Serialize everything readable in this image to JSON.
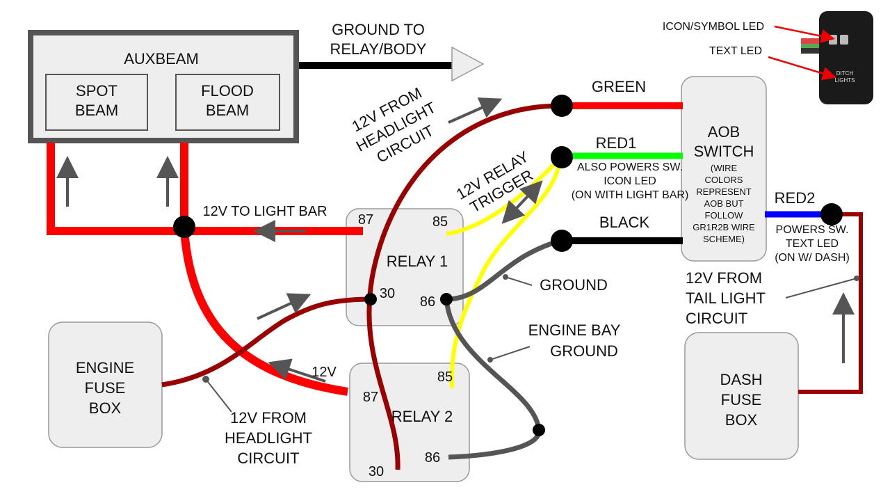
{
  "colors": {
    "wire_red": "#ff0000",
    "wire_dark_red": "#990000",
    "wire_yellow": "#ffff00",
    "wire_gray": "#555555",
    "wire_black": "#000000",
    "wire_green": "#00ff00",
    "wire_blue": "#0000ff",
    "box_fill": "#eeeeee",
    "arrow_gray": "#555555"
  },
  "auxbeam": {
    "title": "AUXBEAM",
    "spot_line1": "SPOT",
    "spot_line2": "BEAM",
    "flood_line1": "FLOOD",
    "flood_line2": "BEAM"
  },
  "ground_to_relay": {
    "line1": "GROUND TO",
    "line2": "RELAY/BODY"
  },
  "headlight_top": {
    "line1": "12V FROM",
    "line2": "HEADLIGHT",
    "line3": "CIRCUIT"
  },
  "relay_trigger": {
    "line1": "12V RELAY",
    "line2": "TRIGGER"
  },
  "wires": {
    "green": "GREEN",
    "red1": "RED1",
    "red1_note1": "ALSO POWERS SW.",
    "red1_note2": "ICON LED",
    "red1_note3": "(ON WITH LIGHT BAR)",
    "black": "BLACK",
    "red2": "RED2",
    "red2_note1": "POWERS SW.",
    "red2_note2": "TEXT LED",
    "red2_note3": "(ON W/ DASH)"
  },
  "aob_switch": {
    "line1": "AOB",
    "line2": "SWITCH",
    "note1": "(WIRE",
    "note2": "COLORS",
    "note3": "REPRESENT",
    "note4": "AOB BUT",
    "note5": "FOLLOW",
    "note6": "GR1R2B WIRE",
    "note7": "SCHEME)"
  },
  "legend_switch": {
    "icon_led": "ICON/SYMBOL LED",
    "text_led": "TEXT LED",
    "text1": "DITCH",
    "text2": "LIGHTS"
  },
  "light_bar_label": "12V TO LIGHT BAR",
  "relay1": {
    "title": "RELAY 1",
    "pin87": "87",
    "pin85": "85",
    "pin30": "30",
    "pin86": "86"
  },
  "relay2": {
    "title": "RELAY 2",
    "pin87": "87",
    "pin85": "85",
    "pin30": "30",
    "pin86": "86"
  },
  "ground_label": "GROUND",
  "engine_bay_ground": {
    "line1": "ENGINE BAY",
    "line2": "GROUND"
  },
  "tail_light": {
    "line1": "12V FROM",
    "line2": "TAIL LIGHT",
    "line3": "CIRCUIT"
  },
  "engine_fuse": {
    "line1": "ENGINE",
    "line2": "FUSE",
    "line3": "BOX"
  },
  "dash_fuse": {
    "line1": "DASH",
    "line2": "FUSE",
    "line3": "BOX"
  },
  "label_12v": "12V",
  "headlight_bottom": {
    "line1": "12V FROM",
    "line2": "HEADLIGHT",
    "line3": "CIRCUIT"
  }
}
